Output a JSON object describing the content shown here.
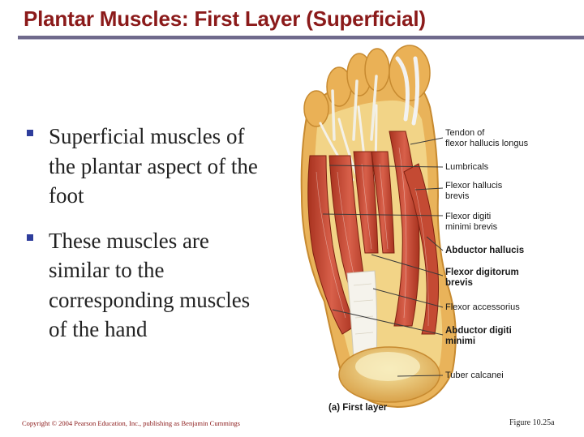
{
  "slide": {
    "title": "Plantar Muscles: First Layer (Superficial)",
    "bullets": [
      "Superficial muscles of the plantar aspect of the foot",
      "These muscles are similar to the corresponding muscles of the hand"
    ],
    "figure": {
      "labels": [
        {
          "text": "Tendon of\nflexor hallucis longus",
          "bold": false
        },
        {
          "text": "Lumbricals",
          "bold": false
        },
        {
          "text": "Flexor hallucis\nbrevis",
          "bold": false
        },
        {
          "text": "Flexor digiti\nminimi brevis",
          "bold": false
        },
        {
          "text": "Abductor hallucis",
          "bold": true
        },
        {
          "text": "Flexor digitorum\nbrevis",
          "bold": true
        },
        {
          "text": "Flexor accessorius",
          "bold": false
        },
        {
          "text": "Abductor digiti\nminimi",
          "bold": true
        },
        {
          "text": "Tuber calcanei",
          "bold": false
        }
      ],
      "caption": "(a) First layer"
    },
    "copyright": "Copyright © 2004 Pearson Education, Inc., publishing as Benjamin Cummings",
    "figure_number": "Figure 10.25a"
  }
}
